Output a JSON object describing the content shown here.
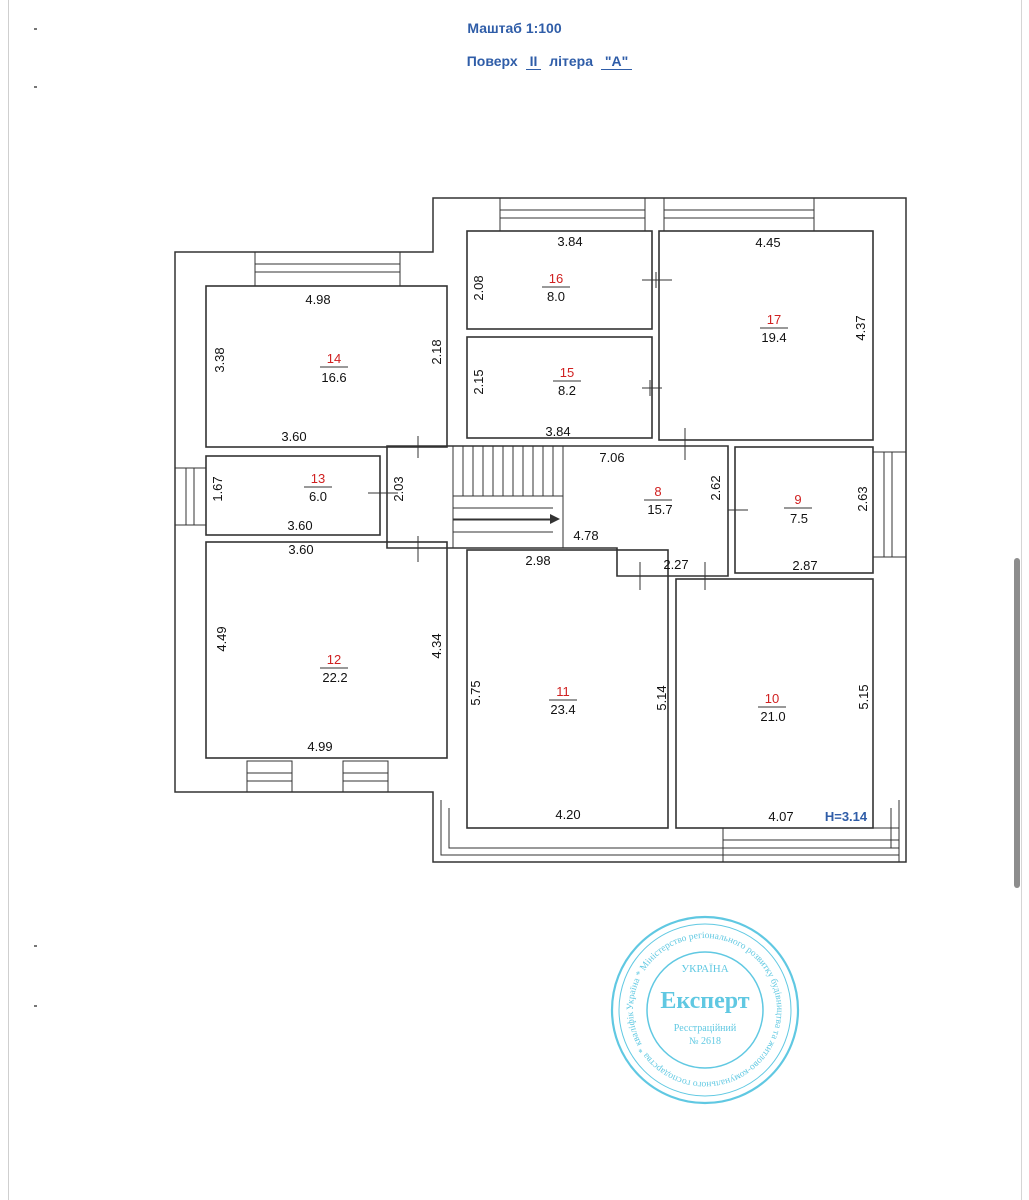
{
  "header": {
    "scale": "Маштаб 1:100",
    "floor_prefix": "Поверх",
    "floor_value": "II",
    "letter_prefix": "літера",
    "letter_value": "\"A\""
  },
  "rooms": [
    {
      "id": "8",
      "number": "8",
      "area": "15.7"
    },
    {
      "id": "9",
      "number": "9",
      "area": "7.5"
    },
    {
      "id": "10",
      "number": "10",
      "area": "21.0"
    },
    {
      "id": "11",
      "number": "11",
      "area": "23.4"
    },
    {
      "id": "12",
      "number": "12",
      "area": "22.2"
    },
    {
      "id": "13",
      "number": "13",
      "area": "6.0"
    },
    {
      "id": "14",
      "number": "14",
      "area": "16.6"
    },
    {
      "id": "15",
      "number": "15",
      "area": "8.2"
    },
    {
      "id": "16",
      "number": "16",
      "area": "8.0"
    },
    {
      "id": "17",
      "number": "17",
      "area": "19.4"
    }
  ],
  "dimensions": {
    "r16_top": "3.84",
    "r16_left": "2.08",
    "r15_left": "2.15",
    "r15_bottom": "3.84",
    "r17_top": "4.45",
    "r17_right": "4.37",
    "r14_top": "4.98",
    "r14_left": "3.38",
    "r14_right": "2.18",
    "r14_bottom": "3.60",
    "r13_left": "1.67",
    "r13_right": "2.03",
    "r13_bottom": "3.60",
    "r8_top": "7.06",
    "r8_mid": "4.78",
    "r8_left_bottom": "2.98",
    "r8_right": "2.62",
    "r8_bottom": "2.27",
    "r9_right": "2.63",
    "r9_bottom": "2.87",
    "r12_top": "3.60",
    "r12_left": "4.49",
    "r12_right": "4.34",
    "r12_bottom": "4.99",
    "r11_left": "5.75",
    "r11_right": "5.14",
    "r11_bottom": "4.20",
    "r10_right": "5.15",
    "r10_bottom": "4.07"
  },
  "height_label": "H=3.14",
  "stamp": {
    "title": "Експерт",
    "country": "УКРАЇНА",
    "line1": "Ресстраційний",
    "line2": "№ 2618",
    "ring": "Україна * Міністерство регіонального розвитку будівництва та житлово-комунального господарства * кваліфікаційний сертифікат"
  },
  "colors": {
    "header_blue": "#2f5da8",
    "room_number_red": "#d02020",
    "stamp_cyan": "#4fc3df"
  }
}
